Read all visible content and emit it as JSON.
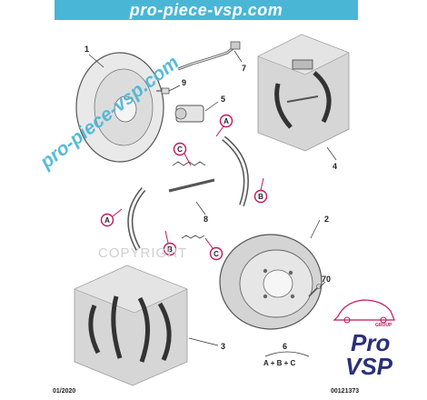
{
  "banner": {
    "text": "pro-piece-vsp.com"
  },
  "watermark": {
    "diagonal_text": "pro-piece-vsp.com",
    "copyright_text": "COPYRIGHT"
  },
  "parts": {
    "p1": "1",
    "p2": "2",
    "p3": "3",
    "p4": "4",
    "p5": "5",
    "p6": "6",
    "p7": "7",
    "p8": "8",
    "p9": "9",
    "p70": "70"
  },
  "kit_formula": "A + B + C",
  "callouts": {
    "a": "A",
    "b": "B",
    "c": "C"
  },
  "footer": {
    "date": "01/2020",
    "reference": "00121373"
  },
  "logo": {
    "word1": "Pro",
    "word2": "VSP",
    "group": "GROUP"
  },
  "colors": {
    "banner": "#4ab6d6",
    "callout": "#c2185b",
    "logo": "#2a2f7a"
  }
}
